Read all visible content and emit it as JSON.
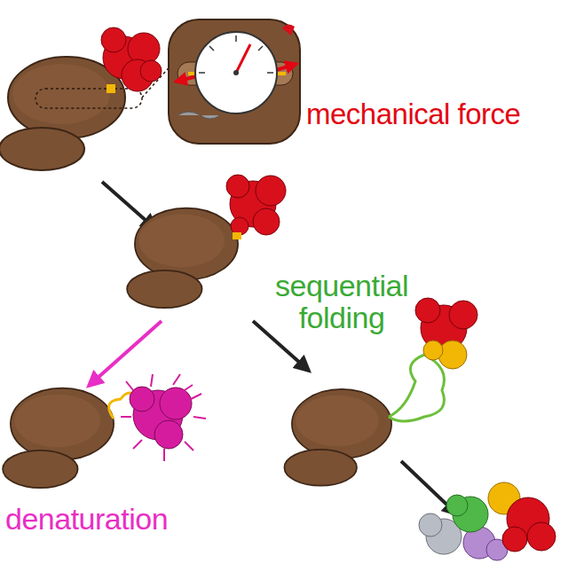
{
  "diagram": {
    "labels": [
      "mechanical force",
      "sequential folding",
      "denaturation"
    ]
  }
}
